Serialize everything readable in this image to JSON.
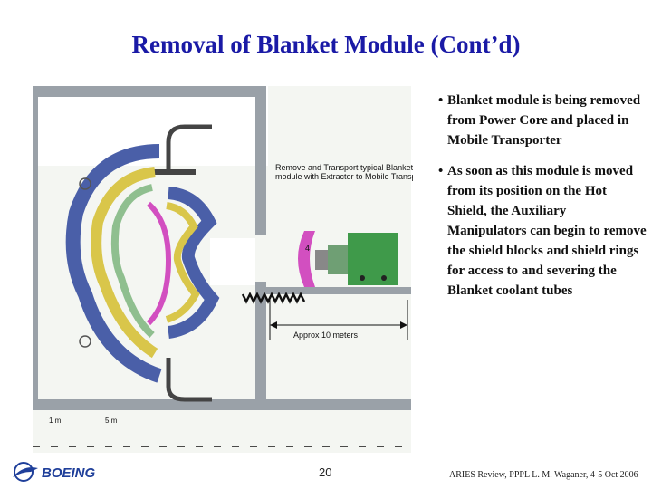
{
  "title": "Removal of Blanket Module (Cont’d)",
  "bullets": [
    "Blanket module is being removed from Power Core and placed in Mobile Transporter",
    "As soon as this module is moved from its position on the Hot Shield, the Auxiliary Manipulators can begin to remove the shield blocks and shield rings for access to and severing the Blanket coolant tubes"
  ],
  "bullet_marker": "•",
  "drawing": {
    "callout_line1": "Remove and Transport typical Blanket",
    "callout_line2": "module with Extractor to Mobile Transporter",
    "dimension_label": "Approx 10 meters",
    "scale_1": "1 m",
    "scale_2": "5 m",
    "module_label": "4"
  },
  "footer": {
    "logo_text": "BOEING",
    "page_number": "20",
    "credit": "ARIES Review, PPPL  L. M. Waganer, 4-5 Oct 2006"
  },
  "colors": {
    "title": "#1a1aa6",
    "shield_blue": "#4a5fa8",
    "blanket_yellow": "#d9c64a",
    "wall_gray": "#9aa1a8",
    "transporter_green": "#3f9a4a",
    "extractor_magenta": "#d24fc0",
    "logo_blue": "#1f3f9a"
  }
}
